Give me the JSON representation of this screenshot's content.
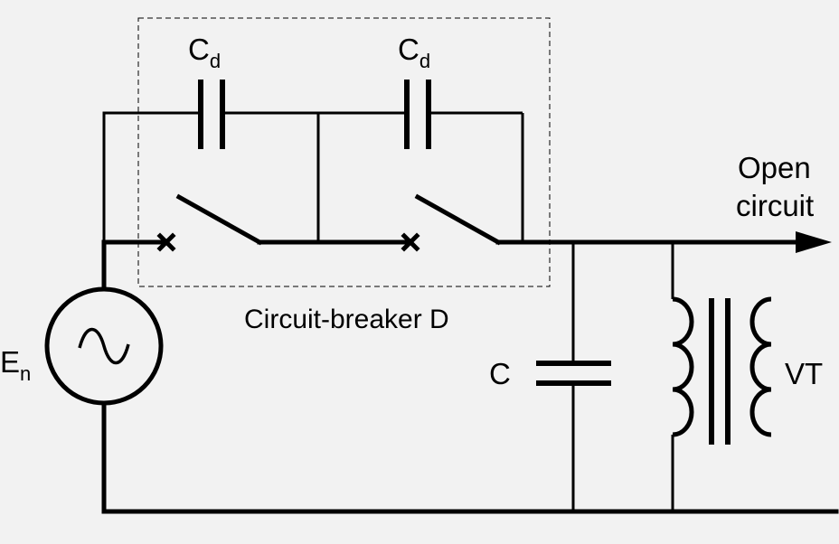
{
  "diagram": {
    "source_label": "E",
    "source_subscript": "n",
    "cap_left_label": "C",
    "cap_left_subscript": "d",
    "cap_right_label": "C",
    "cap_right_subscript": "d",
    "breaker_label": "Circuit-breaker D",
    "cap_c_label": "C",
    "vt_label": "VT",
    "open_circuit_line1": "Open",
    "open_circuit_line2": "circuit"
  },
  "colors": {
    "background": "#f2f2f2",
    "wire": "#000000"
  }
}
